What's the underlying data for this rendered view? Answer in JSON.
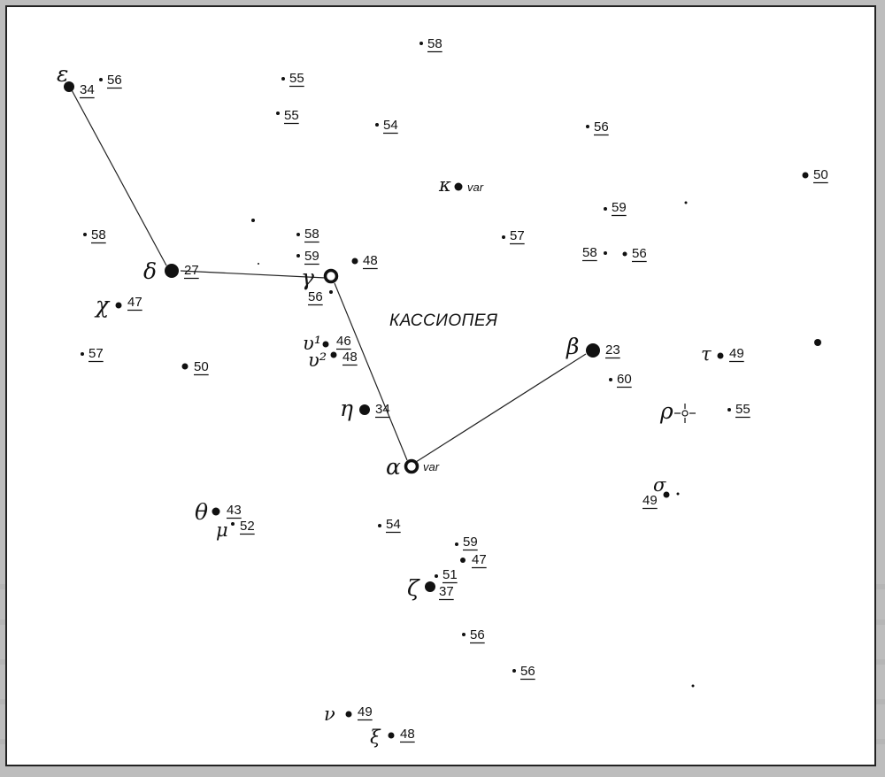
{
  "constellation": {
    "name": "КАССИОПЕЯ"
  },
  "stars": [
    {
      "id": "epsilon",
      "greek": "ε",
      "mag": "34",
      "size": "l"
    },
    {
      "id": "delta",
      "greek": "δ",
      "mag": "27",
      "size": "xl"
    },
    {
      "id": "gamma",
      "greek": "γ",
      "mag": "",
      "size": "ring"
    },
    {
      "id": "alpha",
      "greek": "α",
      "mag": "",
      "note": "var",
      "size": "ring"
    },
    {
      "id": "beta",
      "greek": "β",
      "mag": "23",
      "size": "xl"
    },
    {
      "id": "eta",
      "greek": "η",
      "mag": "34",
      "size": "l"
    },
    {
      "id": "kappa",
      "greek": "κ",
      "mag": "",
      "note": "var",
      "size": "m"
    },
    {
      "id": "chi",
      "greek": "χ",
      "mag": "47",
      "size": "s"
    },
    {
      "id": "nu1",
      "greek": "υ¹",
      "mag": "46",
      "size": "s"
    },
    {
      "id": "nu2",
      "greek": "υ²",
      "mag": "48",
      "size": "s"
    },
    {
      "id": "theta",
      "greek": "θ",
      "mag": "43",
      "size": "m"
    },
    {
      "id": "mu",
      "greek": "μ",
      "mag": "52",
      "size": "xs"
    },
    {
      "id": "zeta",
      "greek": "ζ",
      "mag": "37",
      "size": "l"
    },
    {
      "id": "nu",
      "greek": "ν",
      "mag": "49",
      "size": "s"
    },
    {
      "id": "xi",
      "greek": "ξ",
      "mag": "48",
      "size": "s"
    },
    {
      "id": "tau",
      "greek": "τ",
      "mag": "49",
      "size": "s"
    },
    {
      "id": "rho",
      "greek": "ρ",
      "mag": "",
      "size": "variable-symbol"
    },
    {
      "id": "sigma",
      "greek": "σ",
      "mag": "49",
      "size": "s"
    }
  ],
  "field_stars": [
    {
      "id": "f58-top",
      "mag": "58"
    },
    {
      "id": "f56-eps",
      "mag": "56"
    },
    {
      "id": "f55-a",
      "mag": "55"
    },
    {
      "id": "f55-b",
      "mag": "55"
    },
    {
      "id": "f54-a",
      "mag": "54"
    },
    {
      "id": "f56-r1",
      "mag": "56"
    },
    {
      "id": "f50-r",
      "mag": "50"
    },
    {
      "id": "f59-r",
      "mag": "59"
    },
    {
      "id": "f58-l",
      "mag": "58"
    },
    {
      "id": "f58-m",
      "mag": "58"
    },
    {
      "id": "f59-m",
      "mag": "59"
    },
    {
      "id": "f48-m",
      "mag": "48"
    },
    {
      "id": "f57-m",
      "mag": "57"
    },
    {
      "id": "f58-r",
      "mag": "58"
    },
    {
      "id": "f56-r2",
      "mag": "56"
    },
    {
      "id": "f56-g",
      "mag": "56"
    },
    {
      "id": "f57-l",
      "mag": "57"
    },
    {
      "id": "f50-l",
      "mag": "50"
    },
    {
      "id": "f60",
      "mag": "60"
    },
    {
      "id": "f55-rho",
      "mag": "55"
    },
    {
      "id": "f54-b",
      "mag": "54"
    },
    {
      "id": "f59-z",
      "mag": "59"
    },
    {
      "id": "f47-z",
      "mag": "47"
    },
    {
      "id": "f51-z",
      "mag": "51"
    },
    {
      "id": "f56-z",
      "mag": "56"
    },
    {
      "id": "f56-bot",
      "mag": "56"
    }
  ]
}
